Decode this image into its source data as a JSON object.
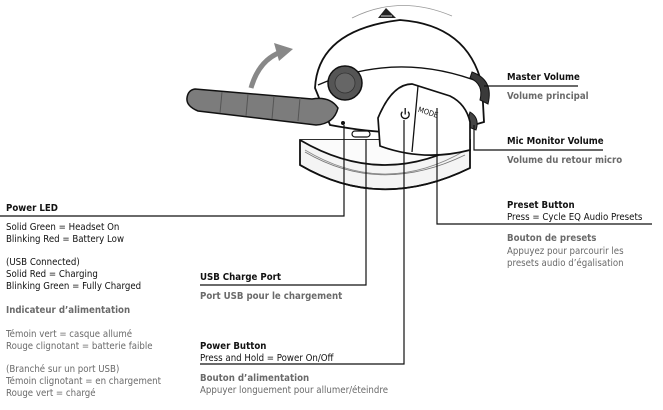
{
  "device": {
    "mode_label": "MODE",
    "power_icon": "power-icon",
    "arrow_icon": "curved-arrow-icon",
    "logo_icon": "triangle-logo-icon"
  },
  "callouts": {
    "master_volume": {
      "title": "Master Volume",
      "subtitle_fr": "Volume principal"
    },
    "mic_monitor": {
      "title": "Mic Monitor Volume",
      "subtitle_fr": "Volume du retour micro"
    },
    "preset_button": {
      "title": "Preset Button",
      "desc": "Press = Cycle EQ Audio Presets",
      "title_fr": "Bouton de presets",
      "desc_fr_1": "Appuyez pour parcourir les",
      "desc_fr_2": "presets audio d’égalisation"
    },
    "power_led": {
      "title": "Power LED",
      "line1": "Solid Green = Headset On",
      "line2": "Blinking Red = Battery Low",
      "usb_line1": "(USB Connected)",
      "usb_line2": "Solid Red = Charging",
      "usb_line3": "Blinking Green = Fully Charged",
      "title_fr": "Indicateur d’alimentation",
      "line1_fr": "Témoin vert = casque allumé",
      "line2_fr": "Rouge clignotant = batterie faible",
      "usb_line1_fr": "(Branché sur un port USB)",
      "usb_line2_fr": "Témoin clignotant = en chargement",
      "usb_line3_fr": "Rouge vert = chargé"
    },
    "usb_port": {
      "title": "USB Charge Port",
      "title_fr": "Port USB pour le chargement"
    },
    "power_button": {
      "title": "Power Button",
      "desc": "Press and Hold = Power On/Off",
      "title_fr": "Bouton d’alimentation",
      "desc_fr": "Appuyer longuement pour allumer/éteindre"
    }
  }
}
